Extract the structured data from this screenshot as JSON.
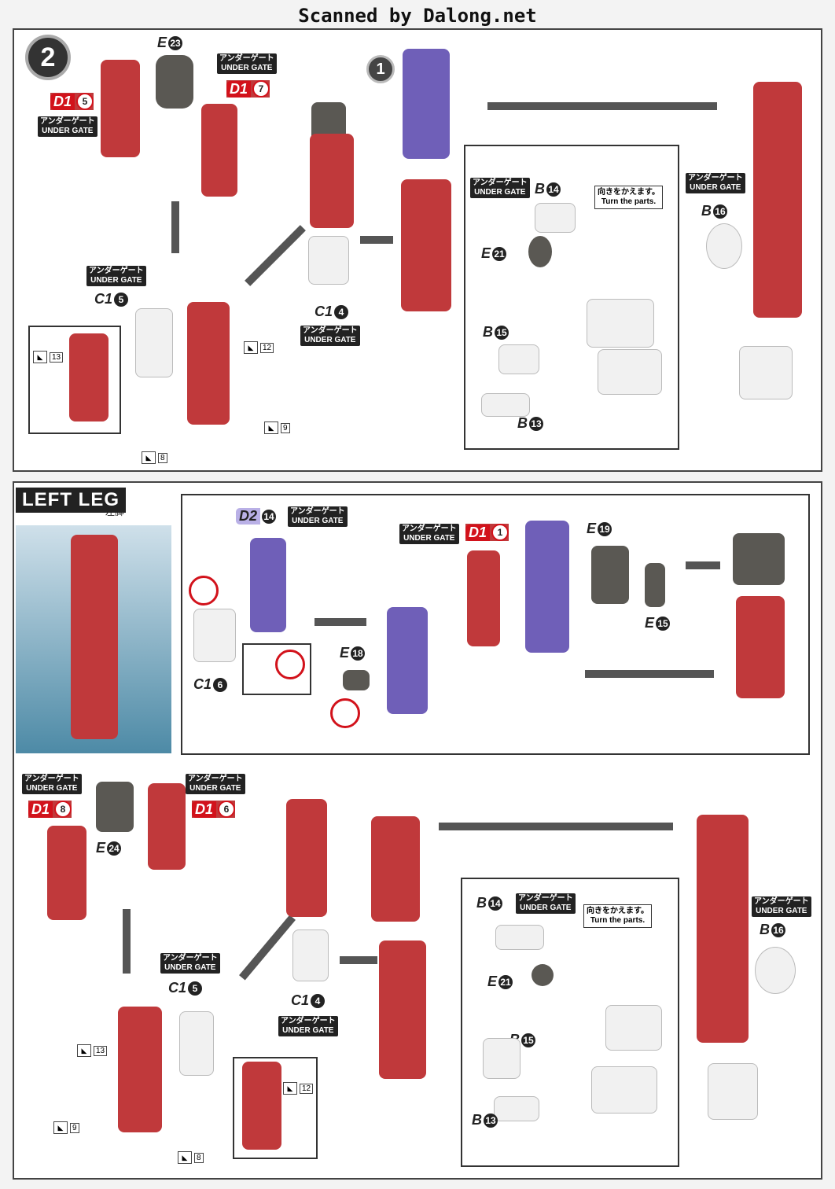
{
  "watermark": "Scanned by Dalong.net",
  "gate_jp": "アンダーゲート",
  "gate_en": "UNDER GATE",
  "turn_jp": "向きをかえます。",
  "turn_en": "Turn the parts.",
  "step": {
    "number": "2",
    "sub": "1"
  },
  "left_leg": {
    "title": "LEFT LEG",
    "jp": "左脚"
  },
  "parts": {
    "e23": {
      "l": "E",
      "n": "23"
    },
    "d15": {
      "l": "D1",
      "n": "5"
    },
    "d17": {
      "l": "D1",
      "n": "7"
    },
    "c15a": {
      "l": "C1",
      "n": "5"
    },
    "c14a": {
      "l": "C1",
      "n": "4"
    },
    "b14a": {
      "l": "B",
      "n": "14"
    },
    "e21a": {
      "l": "E",
      "n": "21"
    },
    "b16a": {
      "l": "B",
      "n": "16"
    },
    "b15a": {
      "l": "B",
      "n": "15"
    },
    "b13a": {
      "l": "B",
      "n": "13"
    },
    "d214": {
      "l": "D2",
      "n": "14"
    },
    "d11": {
      "l": "D1",
      "n": "1"
    },
    "e19": {
      "l": "E",
      "n": "19"
    },
    "e15": {
      "l": "E",
      "n": "15"
    },
    "e18": {
      "l": "E",
      "n": "18"
    },
    "c16": {
      "l": "C1",
      "n": "6"
    },
    "d18": {
      "l": "D1",
      "n": "8"
    },
    "d16": {
      "l": "D1",
      "n": "6"
    },
    "e24": {
      "l": "E",
      "n": "24"
    },
    "c15b": {
      "l": "C1",
      "n": "5"
    },
    "c14b": {
      "l": "C1",
      "n": "4"
    },
    "b14b": {
      "l": "B",
      "n": "14"
    },
    "e21b": {
      "l": "E",
      "n": "21"
    },
    "b16b": {
      "l": "B",
      "n": "16"
    },
    "b15b": {
      "l": "B",
      "n": "15"
    },
    "b13b": {
      "l": "B",
      "n": "13"
    }
  },
  "gates": {
    "g13a": "13",
    "g12a": "12",
    "g9a": "9",
    "g8a": "8",
    "g13b": "13",
    "g12b": "12",
    "g9b": "9",
    "g8b": "8"
  }
}
